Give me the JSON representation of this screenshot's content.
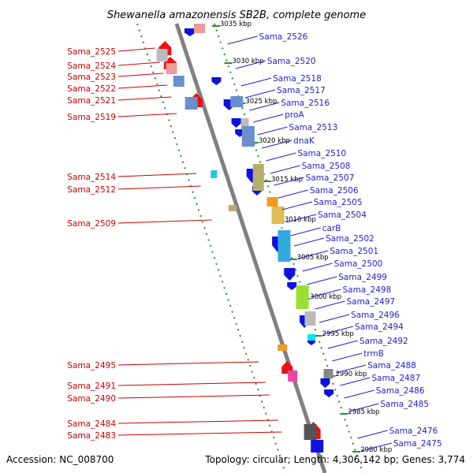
{
  "title": "Shewanella amazonensis SB2B, complete genome",
  "footer": {
    "accession": "Accession: NC_008700",
    "topology": "Topology: circular; Length: 4,306,142 bp; Genes: 3,774"
  },
  "kbp_labels": [
    "3035 kbp",
    "3030 kbp",
    "3025 kbp",
    "3020 kbp",
    "3015 kbp",
    "3010 kbp",
    "3005 kbp",
    "3000 kbp",
    "2995 kbp",
    "2990 kbp",
    "2985 kbp",
    "2980 kbp"
  ],
  "left_genes": [
    "Sama_2525",
    "Sama_2524",
    "Sama_2523",
    "Sama_2522",
    "Sama_2521",
    "Sama_2519",
    "Sama_2514",
    "Sama_2512",
    "Sama_2509",
    "Sama_2495",
    "Sama_2491",
    "Sama_2490",
    "Sama_2484",
    "Sama_2483"
  ],
  "right_genes": [
    "Sama_2526",
    "Sama_2520",
    "Sama_2518",
    "Sama_2517",
    "Sama_2516",
    "proA",
    "Sama_2513",
    "dnaK",
    "Sama_2510",
    "Sama_2508",
    "Sama_2507",
    "Sama_2506",
    "Sama_2505",
    "Sama_2504",
    "carB",
    "Sama_2502",
    "Sama_2501",
    "Sama_2500",
    "Sama_2499",
    "Sama_2498",
    "Sama_2497",
    "Sama_2496",
    "Sama_2494",
    "Sama_2492",
    "trmB",
    "Sama_2488",
    "Sama_2487",
    "Sama_2486",
    "Sama_2485",
    "Sama_2476",
    "Sama_2475"
  ],
  "colors": {
    "backbone": "#808080",
    "track_dots": "#2e8b2e",
    "reverse_strand": "#ee1111",
    "forward_strand": "#1111dd",
    "left_label": "#cc0000",
    "right_label": "#1f1fcc"
  }
}
